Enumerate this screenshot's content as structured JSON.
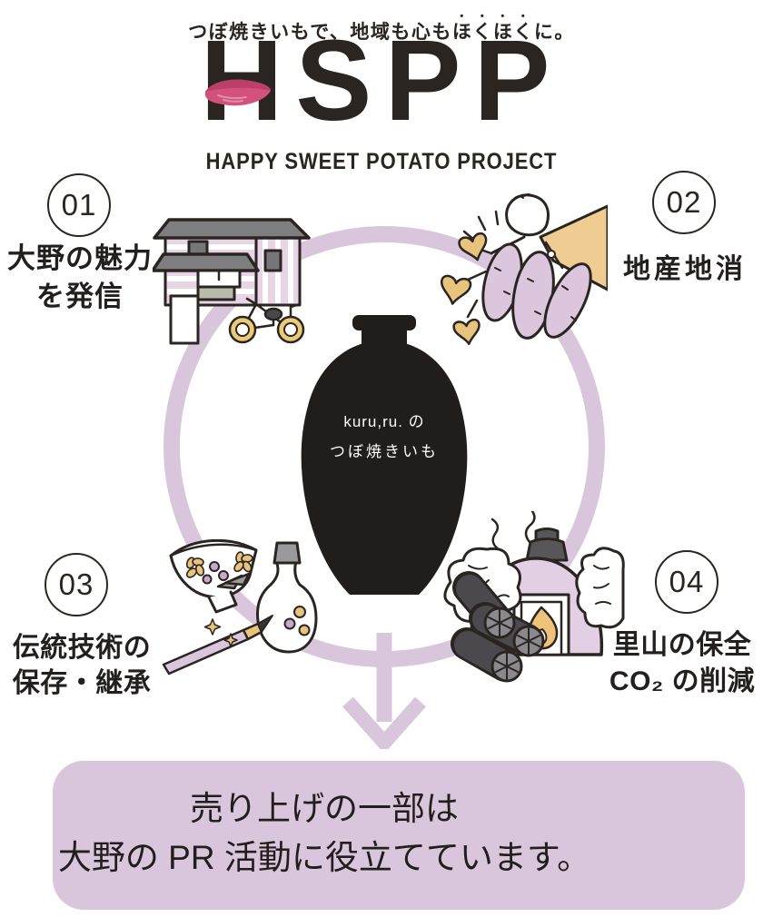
{
  "colors": {
    "ink": "#2b2522",
    "lavender": "#d9c6dc",
    "wall_pink": "#e7d4e5",
    "gold": "#e8c37c",
    "potato_slice_pink": "#d2517d",
    "pot_black": "#211d1b"
  },
  "header": {
    "tagline": {
      "pre": "つぼ焼きいもで、地域も心も",
      "emphasized": "ほくほく",
      "post": "に。"
    },
    "logo_text": "HSPP",
    "subtitle": "HAPPY SWEET POTATO PROJECT"
  },
  "diagram": {
    "center_pot": {
      "line1": "kuru,ru. の",
      "line2": "つぼ焼きいも"
    },
    "items": [
      {
        "number": "01",
        "line1": "大野の魅力",
        "line2": "を発信",
        "illustration": "house-and-bicycle"
      },
      {
        "number": "02",
        "line1": "地産地消",
        "line2": "",
        "illustration": "hand-holding-sweet-potatoes"
      },
      {
        "number": "03",
        "line1": "伝統技術の",
        "line2": "保存・継承",
        "illustration": "tea-bowl-vase-and-brush"
      },
      {
        "number": "04",
        "line1": "里山の保全",
        "line2": "CO₂ の削減",
        "illustration": "charcoal-kiln-and-charcoal"
      }
    ]
  },
  "footer": {
    "line1": "売り上げの一部は",
    "line2": "大野の PR 活動に役立てています。"
  }
}
